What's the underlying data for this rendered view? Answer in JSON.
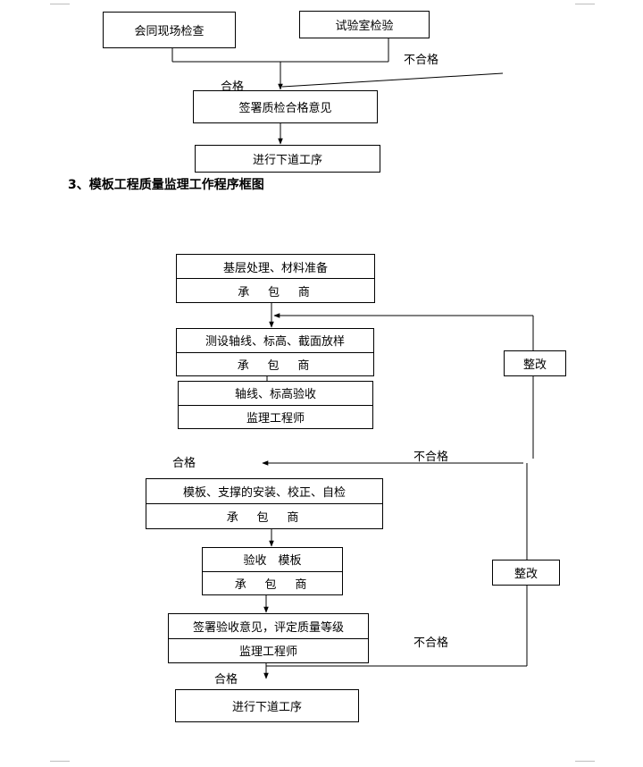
{
  "top_flow": {
    "joint_inspection": "会同现场检查",
    "lab_test": "试验室检验",
    "fail_label": "不合格",
    "pass_label": "合格",
    "sign_opinion": "签署质检合格意见",
    "next_process": "进行下道工序"
  },
  "section_heading": "3、模板工程质量监理工作程序框图",
  "chart": {
    "step1": {
      "title": "基层处理、材料准备",
      "role": "承　包　商"
    },
    "step2": {
      "title": "测设轴线、标高、截面放样",
      "role": "承　包　商"
    },
    "step3": {
      "title": "轴线、标高验收",
      "role": "监理工程师"
    },
    "rectify_1": "整改",
    "fail_label_1": "不合格",
    "pass_label_1": "合格",
    "step4": {
      "title": "模板、支撑的安装、校正、自检",
      "role": "承　包　商"
    },
    "step5": {
      "title": "验收　模板",
      "role": "承　包　商"
    },
    "step6": {
      "title": "签署验收意见，评定质量等级",
      "role": "监理工程师"
    },
    "rectify_2": "整改",
    "fail_label_2": "不合格",
    "pass_label_2": "合格",
    "final_step": "进行下道工序"
  }
}
